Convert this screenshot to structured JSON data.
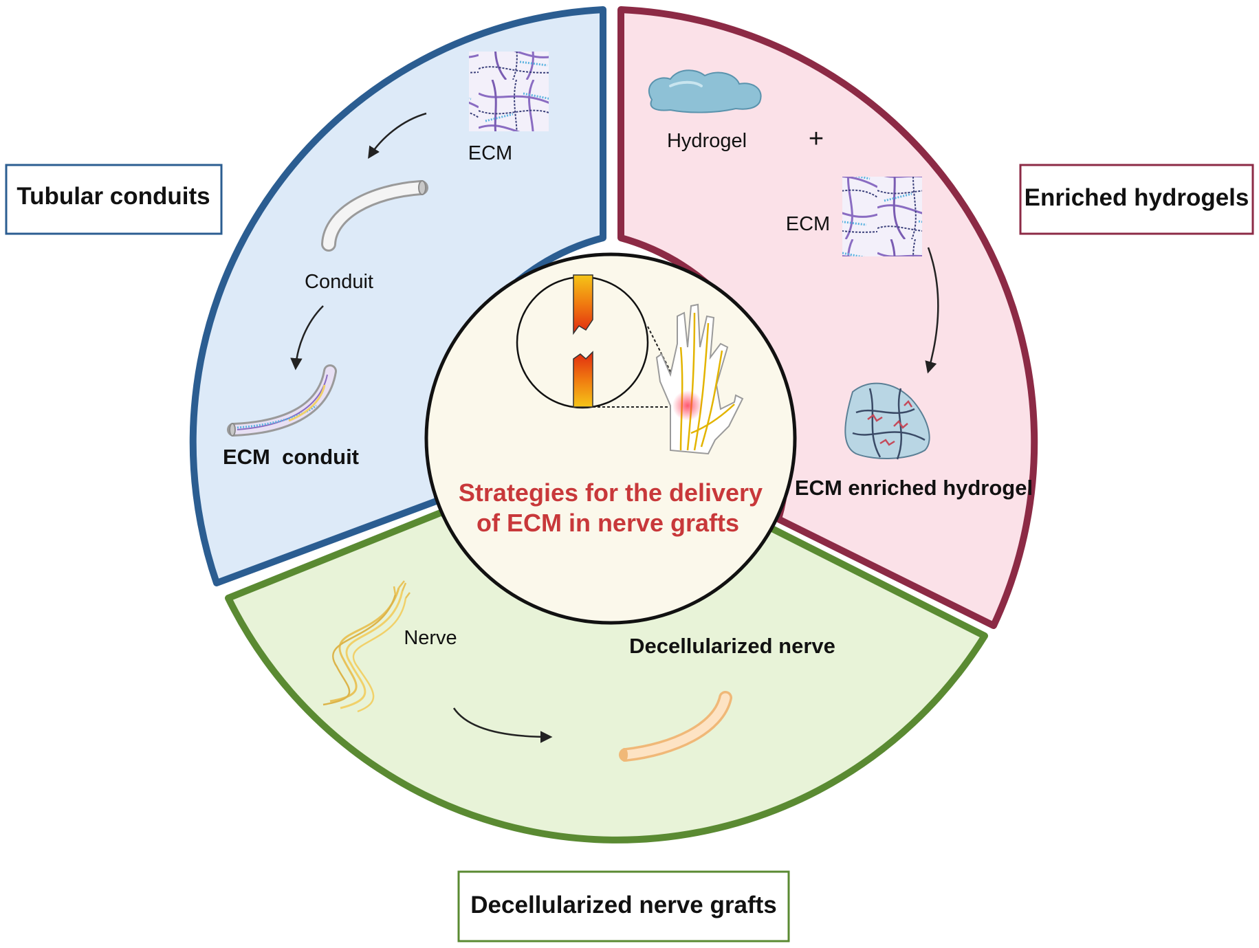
{
  "center": {
    "title_line1": "Strategies for the delivery",
    "title_line2": "of ECM in nerve grafts",
    "title_color": "#c8383a"
  },
  "tubular": {
    "box_title": "Tubular conduits",
    "ecm_label": "ECM",
    "conduit_label": "Conduit",
    "ecm_conduit_label": "ECM  conduit",
    "border_color": "#2b5d91",
    "fill_color": "#ddeaf8"
  },
  "hydrogels": {
    "box_title": "Enriched hydrogels",
    "hydrogel_label": "Hydrogel",
    "plus_label": "+",
    "ecm_label": "ECM",
    "ecm_enriched_label": "ECM enriched hydrogel",
    "border_color": "#8c2a45",
    "fill_color": "#fbe1e8"
  },
  "decellularized": {
    "box_title": "Decellularized nerve grafts",
    "nerve_label": "Nerve",
    "decell_label": "Decellularized nerve",
    "border_color": "#5a8a32",
    "fill_color": "#e8f3d8"
  },
  "icons": [
    "ecm-fiber-icon",
    "conduit-icon",
    "ecm-conduit-icon",
    "hydrogel-icon",
    "ecm-enriched-hydrogel-icon",
    "nerve-icon",
    "decellularized-nerve-icon",
    "hand-nerve-icon",
    "nerve-injury-icon"
  ]
}
